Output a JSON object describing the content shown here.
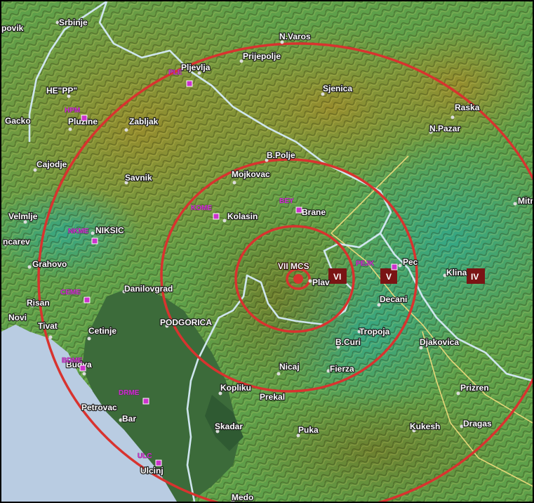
{
  "colors": {
    "terrain_high": "#8c8a2a",
    "terrain_mid": "#5ea04a",
    "terrain_low": "#36a58c",
    "coast_plain": "#3c6b3a",
    "sea": "#b9cce2",
    "isoseismal": "#d8332f",
    "border": "#cfe6ef",
    "road": "#e8d77a",
    "station": "#cc33cc",
    "intensity_box": "#7a1414"
  },
  "epicenter": {
    "label": "VII MCS"
  },
  "isoseismal_labels": [
    {
      "id": "vi",
      "text": "VI"
    },
    {
      "id": "v",
      "text": "V"
    },
    {
      "id": "iv",
      "text": "IV"
    }
  ],
  "places": [
    "povik",
    "Srbinje",
    "N.Varos",
    "Prijepolje",
    "Pljevlja",
    "Sjenica",
    "HE\"PP\"",
    "Gacko",
    "Pluzine",
    "Zabljak",
    "Raska",
    "N.Pazar",
    "Cajodje",
    "B.Polje",
    "Savnik",
    "Mojkovac",
    "Mitr",
    "Velmlje",
    "Kolasin",
    "Brane",
    "NIKSIC",
    "ncarev",
    "Pec",
    "Grahovo",
    "Plav",
    "Klina",
    "Danilovgrad",
    "Decani",
    "Risan",
    "PODGORICA",
    "Tropoja",
    "Novi",
    "Tivat",
    "Cetinje",
    "B.Curi",
    "Djakovica",
    "Budva",
    "Nicaj",
    "Fierza",
    "Petrovac",
    "Prizren",
    "Kopliku",
    "Prekal",
    "Bar",
    "Skadar",
    "Kukesh",
    "Dragas",
    "Puka",
    "Ulcinj",
    "Medo"
  ],
  "stations": [
    "PLE",
    "HPM",
    "KOME",
    "BEY",
    "NKME",
    "PEJK",
    "CEME",
    "BDME",
    "DRME",
    "ULC"
  ]
}
